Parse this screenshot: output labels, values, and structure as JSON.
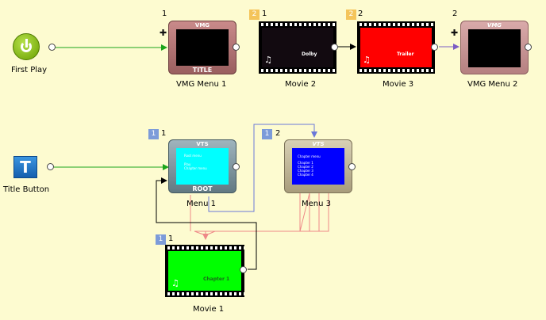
{
  "nodes": {
    "first_play": {
      "label": "First Play",
      "icon": "power-icon",
      "color": "#7ab800"
    },
    "title_button": {
      "label": "Title Button",
      "icon": "t-icon",
      "glyph": "T",
      "color": "#1f74c6"
    },
    "vmg_menu_1": {
      "label": "VMG Menu 1",
      "number": "1",
      "top_caption": "VMG",
      "bottom_caption": "TITLE"
    },
    "movie_2": {
      "label": "Movie 2",
      "number": "1",
      "badge": "2",
      "screen_text": "Dolby"
    },
    "movie_3": {
      "label": "Movie 3",
      "number": "2",
      "badge": "2",
      "screen_text": "Trailer",
      "screen_color": "#ff0000"
    },
    "vmg_menu_2": {
      "label": "VMG Menu 2",
      "number": "2",
      "top_caption": "VMG"
    },
    "menu_1": {
      "label": "Menu 1",
      "number": "1",
      "badge": "1",
      "top_caption": "VTS",
      "bottom_caption": "ROOT",
      "screen_color": "#00ffff",
      "screen_lines": [
        "Root menu",
        "Play",
        "Chapter menu"
      ]
    },
    "menu_3": {
      "label": "Menu 3",
      "number": "2",
      "badge": "1",
      "top_caption": "VTS",
      "screen_color": "#0000ff",
      "screen_lines": [
        "Chapter menu",
        "Chapter 1",
        "Chapter 2",
        "Chapter 3",
        "Chapter 4"
      ]
    },
    "movie_1": {
      "label": "Movie 1",
      "number": "1",
      "badge": "1",
      "screen_text": "Chapter 1",
      "screen_color": "#00ff00"
    }
  },
  "colors": {
    "link_green": "#1aa51a",
    "link_black": "#000000",
    "link_purple": "#7b5cc4",
    "link_blue": "#6a78d8",
    "link_pink": "#ee8888"
  }
}
